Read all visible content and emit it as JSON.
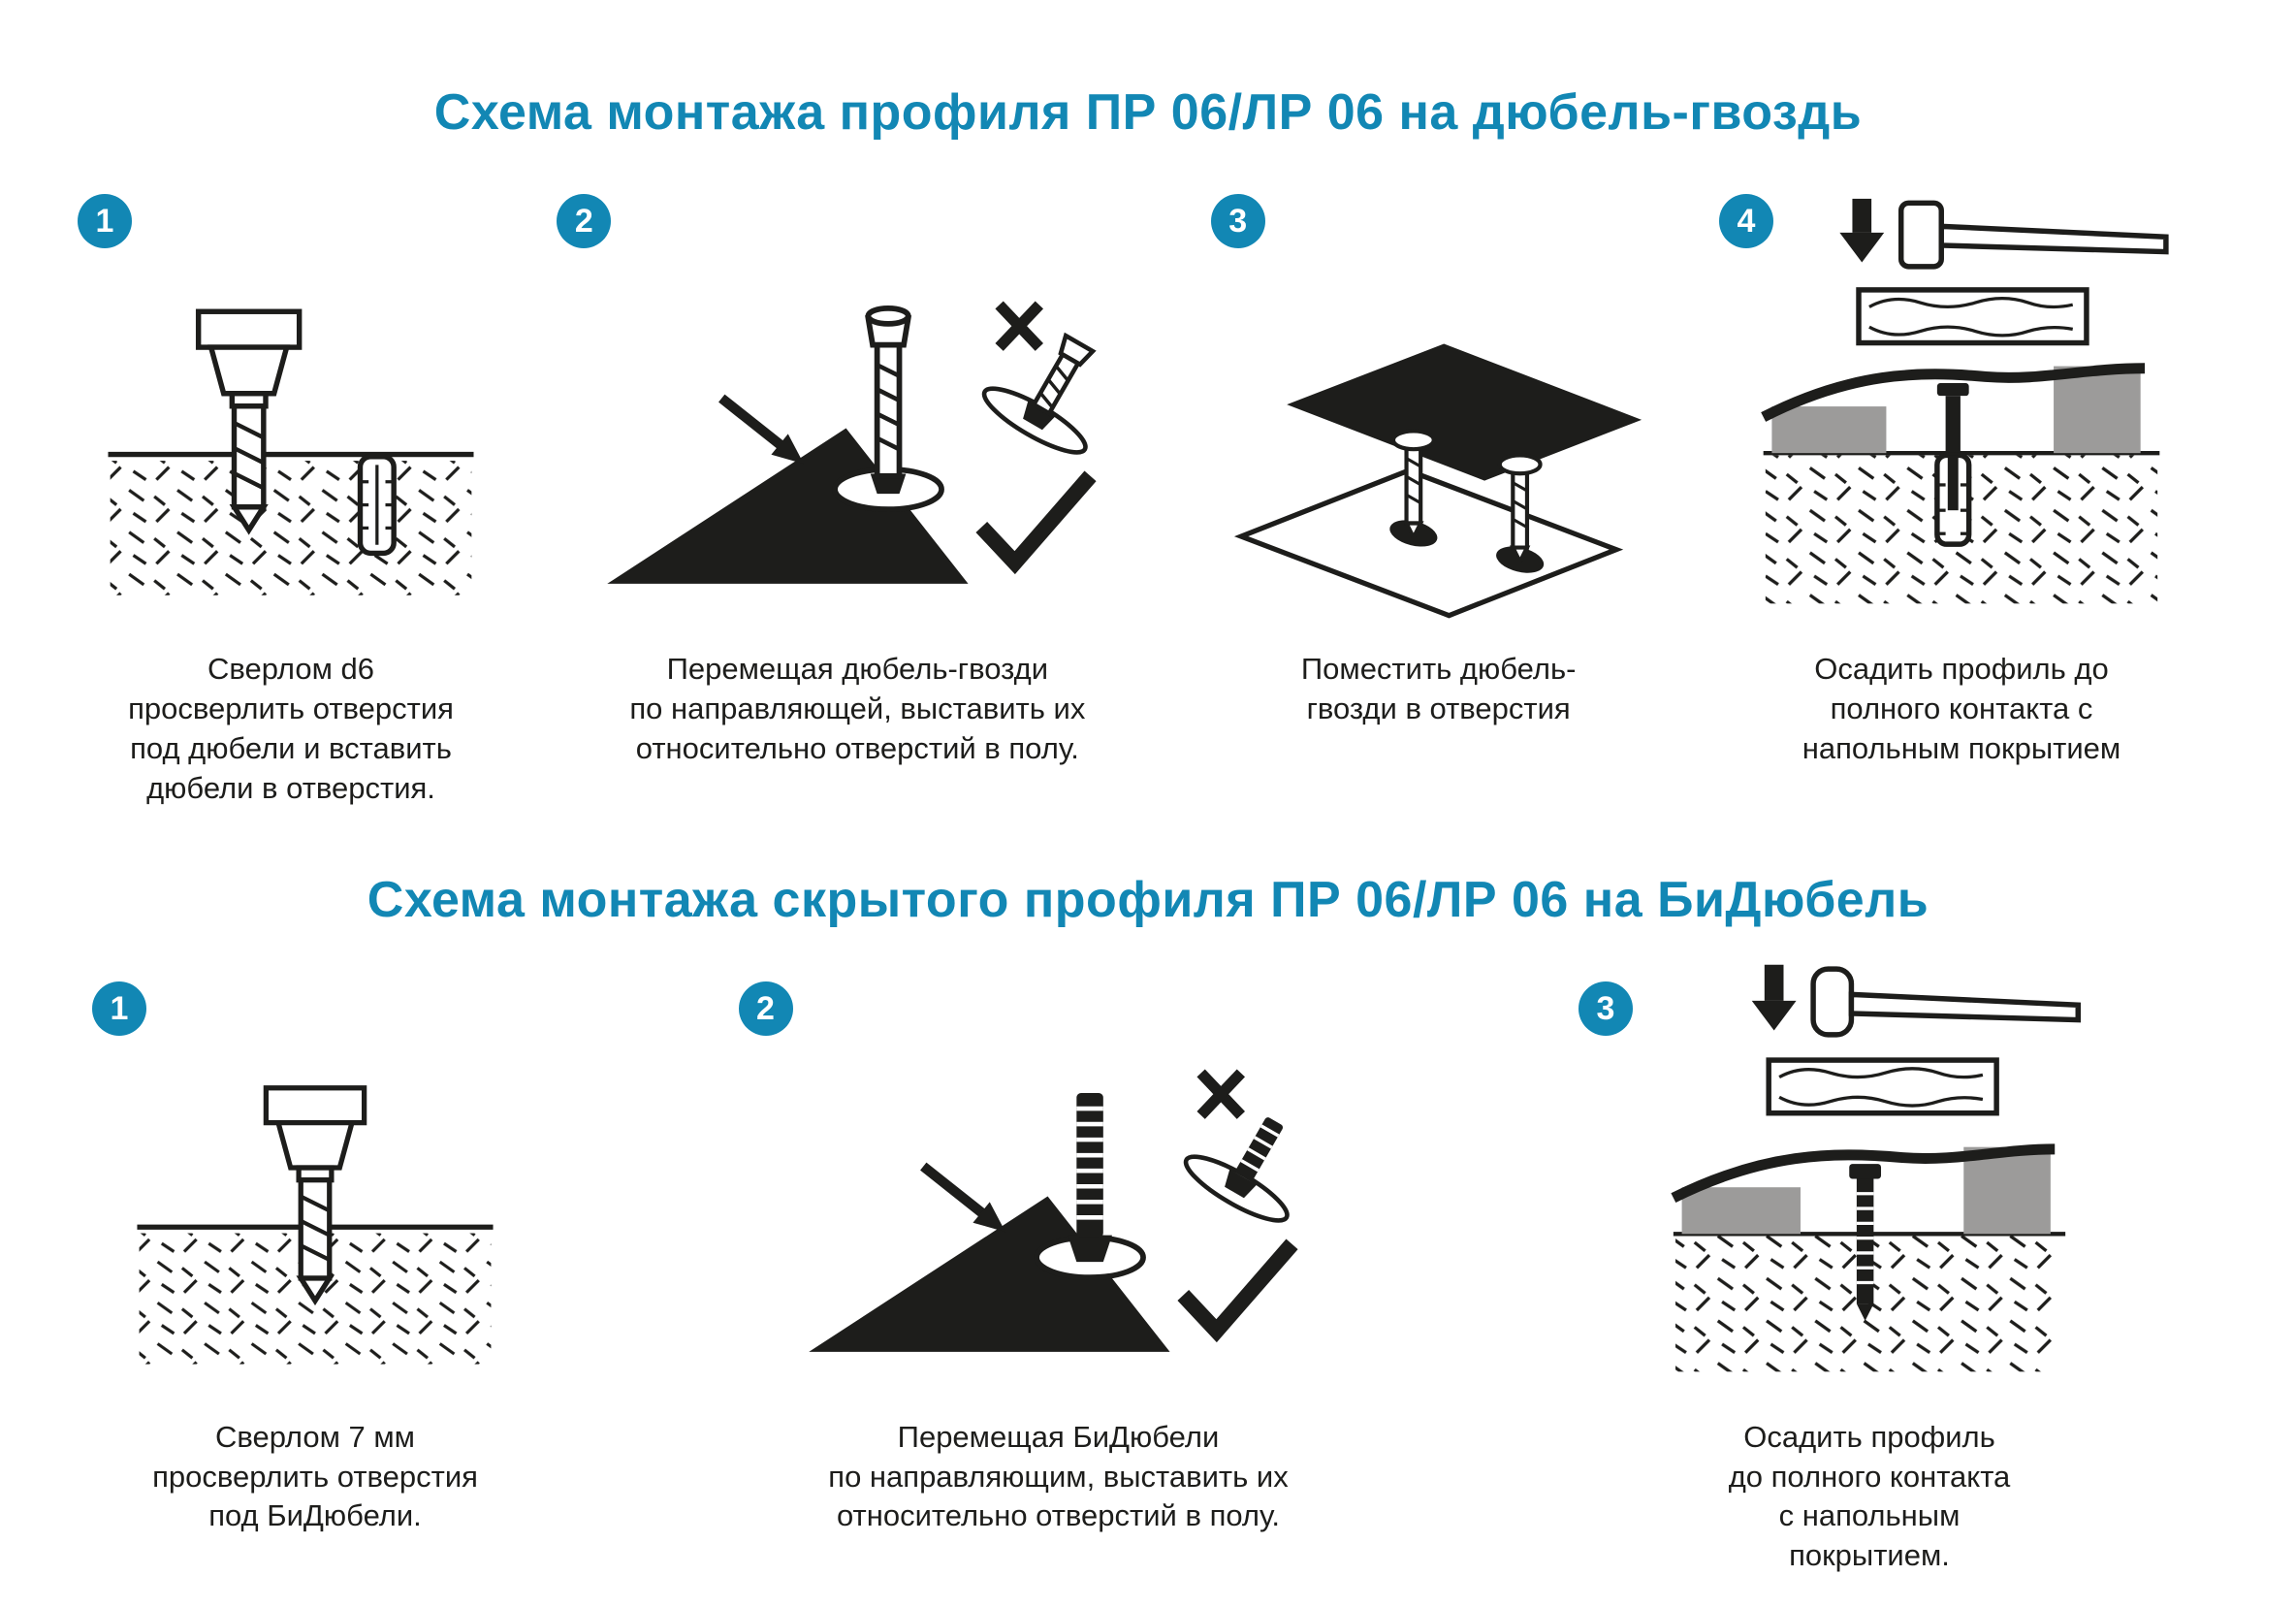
{
  "colors": {
    "accent": "#1287b4",
    "ink": "#1d1d1b",
    "floor_gray": "#9c9b9a",
    "background": "#ffffff"
  },
  "icons": {
    "drill": "drill-icon",
    "dowel": "dowel-icon",
    "screw": "screw-icon",
    "bidowel_stud": "bidowel-stud-icon",
    "profile_ramp": "profile-ramp-icon",
    "floor_plank": "floor-plank-icon",
    "hammer": "hammer-icon",
    "wood_block": "wood-block-icon",
    "arrow_down": "arrow-down-icon",
    "pointer_arrow": "pointer-arrow-icon",
    "check_mark": "check-icon",
    "cross_mark": "x-icon",
    "ground_hatch": "ground-hatch"
  },
  "sections": [
    {
      "title": "Схема монтажа профиля ПР 06/ЛР 06 на дюбель-гвоздь",
      "steps": [
        {
          "number": "1",
          "caption": "Сверлом d6\nпросверлить отверстия\nпод дюбели и вставить\nдюбели в отверстия."
        },
        {
          "number": "2",
          "caption": "Перемещая дюбель-гвозди\nпо направляющей, выставить их\nотносительно отверстий в полу."
        },
        {
          "number": "3",
          "caption": "Поместить дюбель-\nгвозди в отверстия"
        },
        {
          "number": "4",
          "caption": "Осадить профиль до\nполного контакта с\nнапольным покрытием"
        }
      ]
    },
    {
      "title": "Схема монтажа скрытого профиля ПР 06/ЛР 06 на БиДюбель",
      "steps": [
        {
          "number": "1",
          "caption": "Сверлом 7 мм\nпросверлить отверстия\nпод БиДюбели."
        },
        {
          "number": "2",
          "caption": "Перемещая БиДюбели\nпо направляющим, выставить их\nотносительно отверстий в полу."
        },
        {
          "number": "3",
          "caption": "Осадить профиль\nдо полного контакта\nс напольным\nпокрытием."
        }
      ]
    }
  ]
}
